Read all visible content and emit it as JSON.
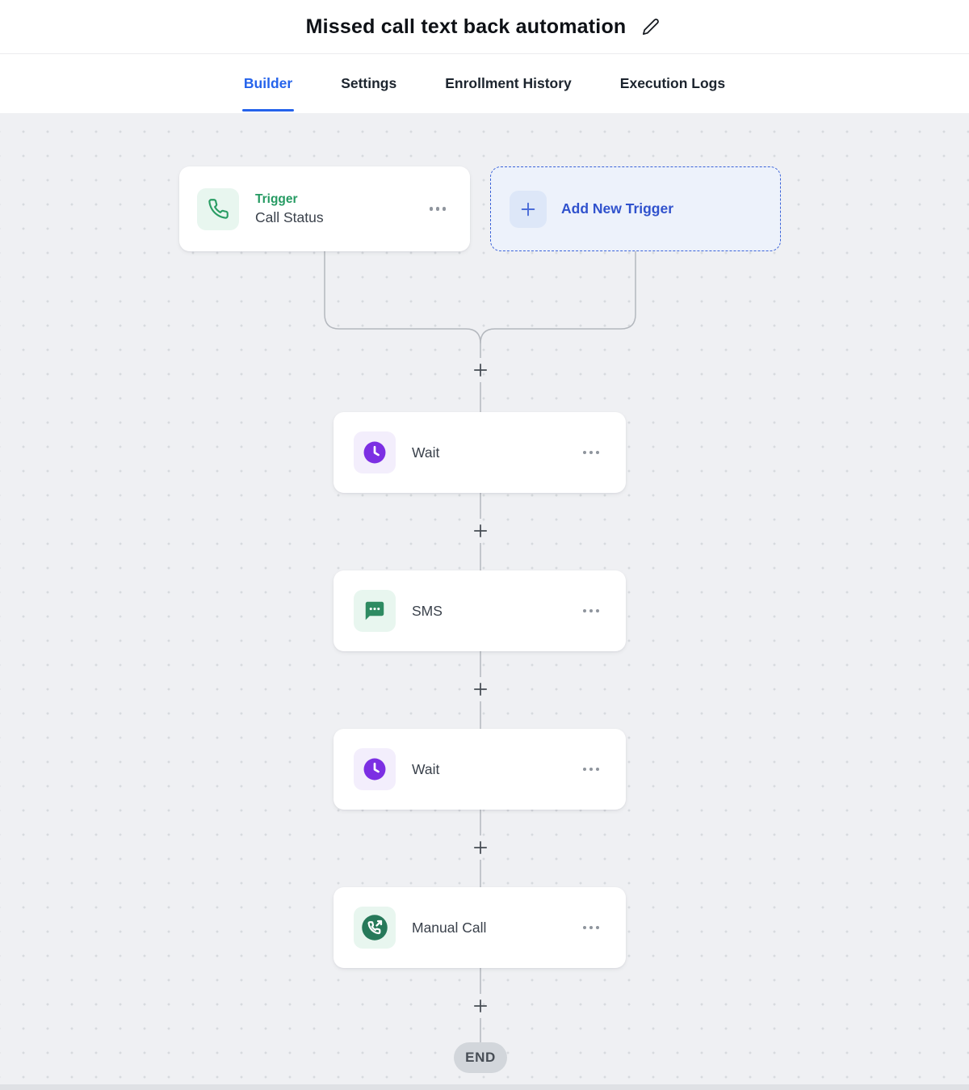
{
  "header": {
    "title": "Missed call text back automation"
  },
  "tabs": [
    {
      "label": "Builder",
      "active": true
    },
    {
      "label": "Settings",
      "active": false
    },
    {
      "label": "Enrollment History",
      "active": false
    },
    {
      "label": "Execution Logs",
      "active": false
    }
  ],
  "canvas": {
    "trigger_card": {
      "eyebrow": "Trigger",
      "title": "Call Status"
    },
    "add_trigger": {
      "label": "Add New Trigger"
    },
    "steps": [
      {
        "label": "Wait"
      },
      {
        "label": "SMS"
      },
      {
        "label": "Wait"
      },
      {
        "label": "Manual Call"
      }
    ],
    "end_label": "END"
  },
  "icons": {
    "edit": "pencil-icon",
    "trigger": "phone-icon",
    "add_trigger": "plus-icon",
    "card_menu": "ellipsis-icon",
    "wait": "clock-icon",
    "sms": "chat-bubble-icon",
    "manual_call": "phone-outgoing-icon",
    "add_step": "plus-icon"
  },
  "colors": {
    "accent_blue": "#2563eb",
    "trigger_green": "#2a9d64",
    "wait_purple": "#7c2fe3",
    "sms_green": "#2e8b62",
    "manual_call_green": "#27795a",
    "connector_gray": "#b4b8be",
    "canvas_bg": "#eff0f3"
  }
}
